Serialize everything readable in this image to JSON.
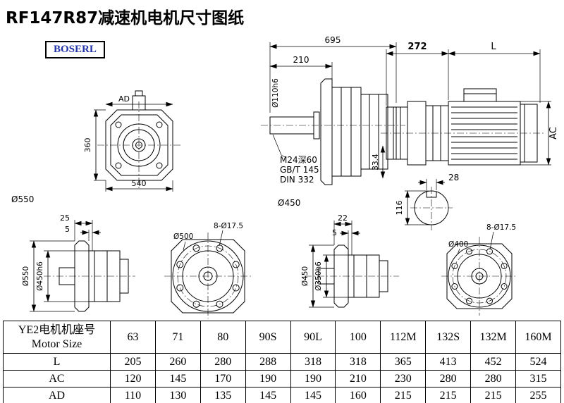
{
  "page": {
    "title": "RF147R87减速机电机尺寸图纸",
    "brand": "BOSERL"
  },
  "views": {
    "front": {
      "ad": "AD",
      "height": "360",
      "width": "540",
      "flange": "Ø550"
    },
    "side": {
      "total_len": "695",
      "shaft_len": "210",
      "shaft_dia": "Ø110h6",
      "tap": "M24深60",
      "std1": "GB/T 145",
      "std2": "DIN 332",
      "key_h": "33.4",
      "flange": "Ø450"
    },
    "motor": {
      "gear_len": "272",
      "motor_len": "L",
      "height": "AC"
    },
    "shaft_section": {
      "key_w": "28",
      "dia": "116"
    },
    "flange_a": {
      "t1": "25",
      "t2": "5",
      "outer": "Ø550",
      "spigot": "Ø450h6"
    },
    "face_b": {
      "bolt_circle": "Ø500",
      "holes": "8-Ø17.5"
    },
    "flange_c": {
      "t1": "22",
      "t2": "5",
      "outer": "Ø450",
      "spigot": "Ø350h6"
    },
    "face_d": {
      "bolt_circle": "Ø400",
      "holes": "8-Ø17.5"
    }
  },
  "table": {
    "header_line1": "YE2电机机座号",
    "header_line2": "Motor Size",
    "sizes": [
      "63",
      "71",
      "80",
      "90S",
      "90L",
      "100",
      "112M",
      "132S",
      "132M",
      "160M"
    ],
    "rows": [
      {
        "label": "L",
        "values": [
          "205",
          "260",
          "280",
          "288",
          "318",
          "318",
          "365",
          "413",
          "452",
          "524"
        ]
      },
      {
        "label": "AC",
        "values": [
          "120",
          "145",
          "170",
          "190",
          "190",
          "210",
          "230",
          "280",
          "280",
          "315"
        ]
      },
      {
        "label": "AD",
        "values": [
          "110",
          "130",
          "135",
          "145",
          "145",
          "160",
          "215",
          "215",
          "215",
          "255"
        ]
      }
    ]
  }
}
